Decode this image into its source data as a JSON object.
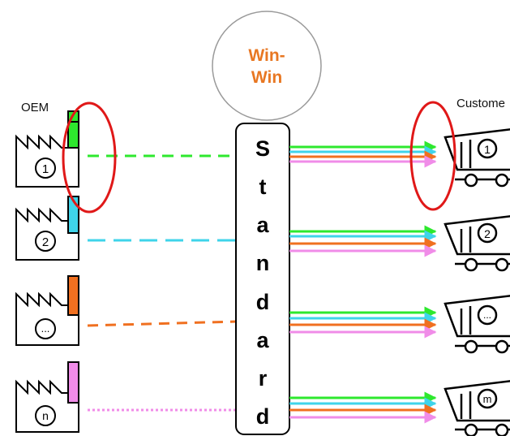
{
  "labels": {
    "oem": "OEM",
    "customer": "Custome"
  },
  "winwin": {
    "line1": "Win-",
    "line2": "Win"
  },
  "standard_letters": [
    "S",
    "t",
    "a",
    "n",
    "d",
    "a",
    "r",
    "d"
  ],
  "factory_numbers": [
    "1",
    "2",
    "...",
    "n"
  ],
  "wagon_numbers": [
    "1",
    "2",
    "...",
    "m"
  ],
  "colors": {
    "green": "#2ee82e",
    "cyan": "#3fd4ea",
    "orange": "#f07020",
    "pink": "#f08ce8",
    "winwin_text": "#e87722",
    "highlight_oval": "#e01818"
  },
  "dash_styles": [
    "dashed",
    "long-dashed",
    "dashed",
    "dotted"
  ]
}
